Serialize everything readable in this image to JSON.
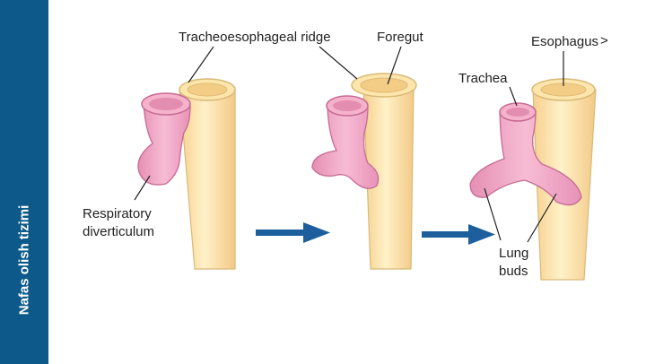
{
  "sidebar": {
    "title": "Nafas olish tizimi",
    "color": "#0d5a8a"
  },
  "labels": {
    "ridge": "Tracheoesophageal ridge",
    "foregut": "Foregut",
    "esophagus": "Esophagus",
    "esophagus_mark": ">",
    "trachea": "Trachea",
    "respiratory_line1": "Respiratory",
    "respiratory_line2": "diverticulum",
    "lung_line1": "Lung",
    "lung_line2": "buds"
  },
  "colors": {
    "tube_fill": "#fde6ac",
    "tube_stroke": "#d9b978",
    "pink_fill": "#f2a7c4",
    "pink_stroke": "#c76b94",
    "arrow": "#1c5f9c"
  },
  "icons": [
    "right-arrow-icon",
    "right-arrow-icon"
  ]
}
